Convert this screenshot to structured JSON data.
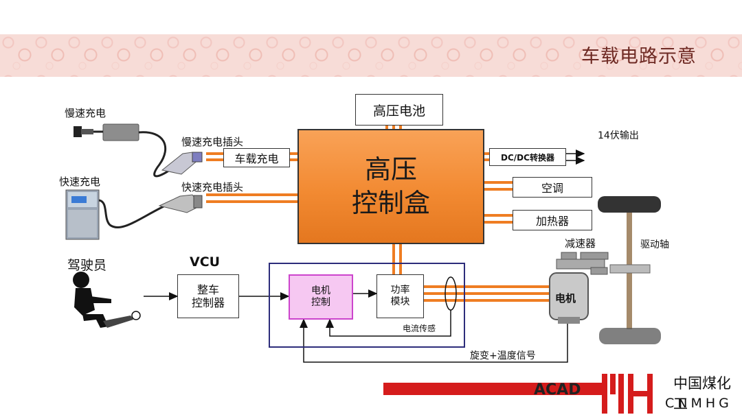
{
  "slide": {
    "title": "车载电路示意"
  },
  "left_labels": {
    "slow_charge": "慢速充电",
    "fast_charge": "快速充电",
    "slow_plug": "慢速充电插头",
    "fast_plug": "快速充电插头",
    "driver": "驾驶员",
    "vcu": "VCU"
  },
  "boxes": {
    "battery": "高压电池",
    "onboard_charger": "车载充电",
    "hv_line1": "高压",
    "hv_line2": "控制盒",
    "dcdc": "DC/DC转换器",
    "aircon": "空调",
    "heater": "加热器",
    "vehicle_ctrl_line1": "整车",
    "vehicle_ctrl_line2": "控制器",
    "motor_ctrl_line1": "电机",
    "motor_ctrl_line2": "控制",
    "power_line1": "功率",
    "power_line2": "模块",
    "motor": "电机"
  },
  "right_labels": {
    "output_14v": "14伏输出",
    "reducer": "减速器",
    "drive_axle": "驱动轴",
    "current_sense": "电流传感",
    "resolver_temp": "旋变+温度信号"
  },
  "branding": {
    "acad": "ACAD",
    "logo_cn": "中国煤化工",
    "logo_en": "CNMHG"
  },
  "colors": {
    "accent_orange": "#f28a32",
    "wire_orange": "#ef7d22",
    "frame_navy": "#2c2c7a",
    "highlight_pink": "#f6c8f2",
    "brand_red": "#d51c1c"
  }
}
